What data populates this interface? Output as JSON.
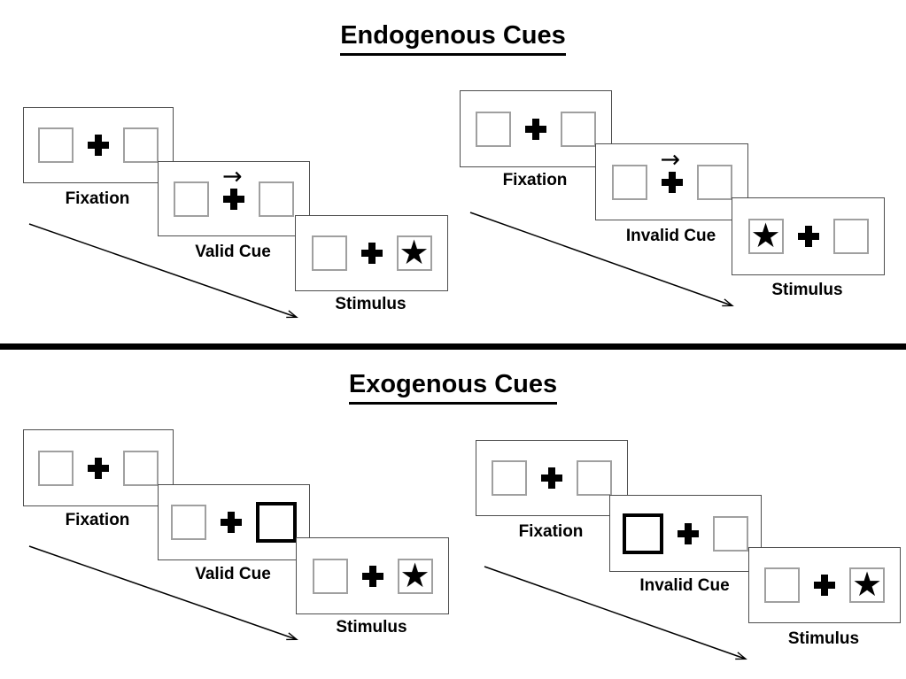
{
  "sections": [
    {
      "title": "Endogenous Cues",
      "groups": [
        {
          "name": "valid",
          "panels": [
            {
              "label": "Fixation"
            },
            {
              "label": "Valid Cue"
            },
            {
              "label": "Stimulus"
            }
          ]
        },
        {
          "name": "invalid",
          "panels": [
            {
              "label": "Fixation"
            },
            {
              "label": "Invalid Cue"
            },
            {
              "label": "Stimulus"
            }
          ]
        }
      ]
    },
    {
      "title": "Exogenous Cues",
      "groups": [
        {
          "name": "valid",
          "panels": [
            {
              "label": "Fixation"
            },
            {
              "label": "Valid Cue"
            },
            {
              "label": "Stimulus"
            }
          ]
        },
        {
          "name": "invalid",
          "panels": [
            {
              "label": "Fixation"
            },
            {
              "label": "Invalid Cue"
            },
            {
              "label": "Stimulus"
            }
          ]
        }
      ]
    }
  ],
  "icons": {
    "star": "★",
    "cue_arrow": "→",
    "fixation_cross": "+"
  },
  "colors": {
    "ink": "#000000",
    "panel_border": "#4d4d4d",
    "square_border": "#a0a0a0",
    "background": "#ffffff"
  }
}
